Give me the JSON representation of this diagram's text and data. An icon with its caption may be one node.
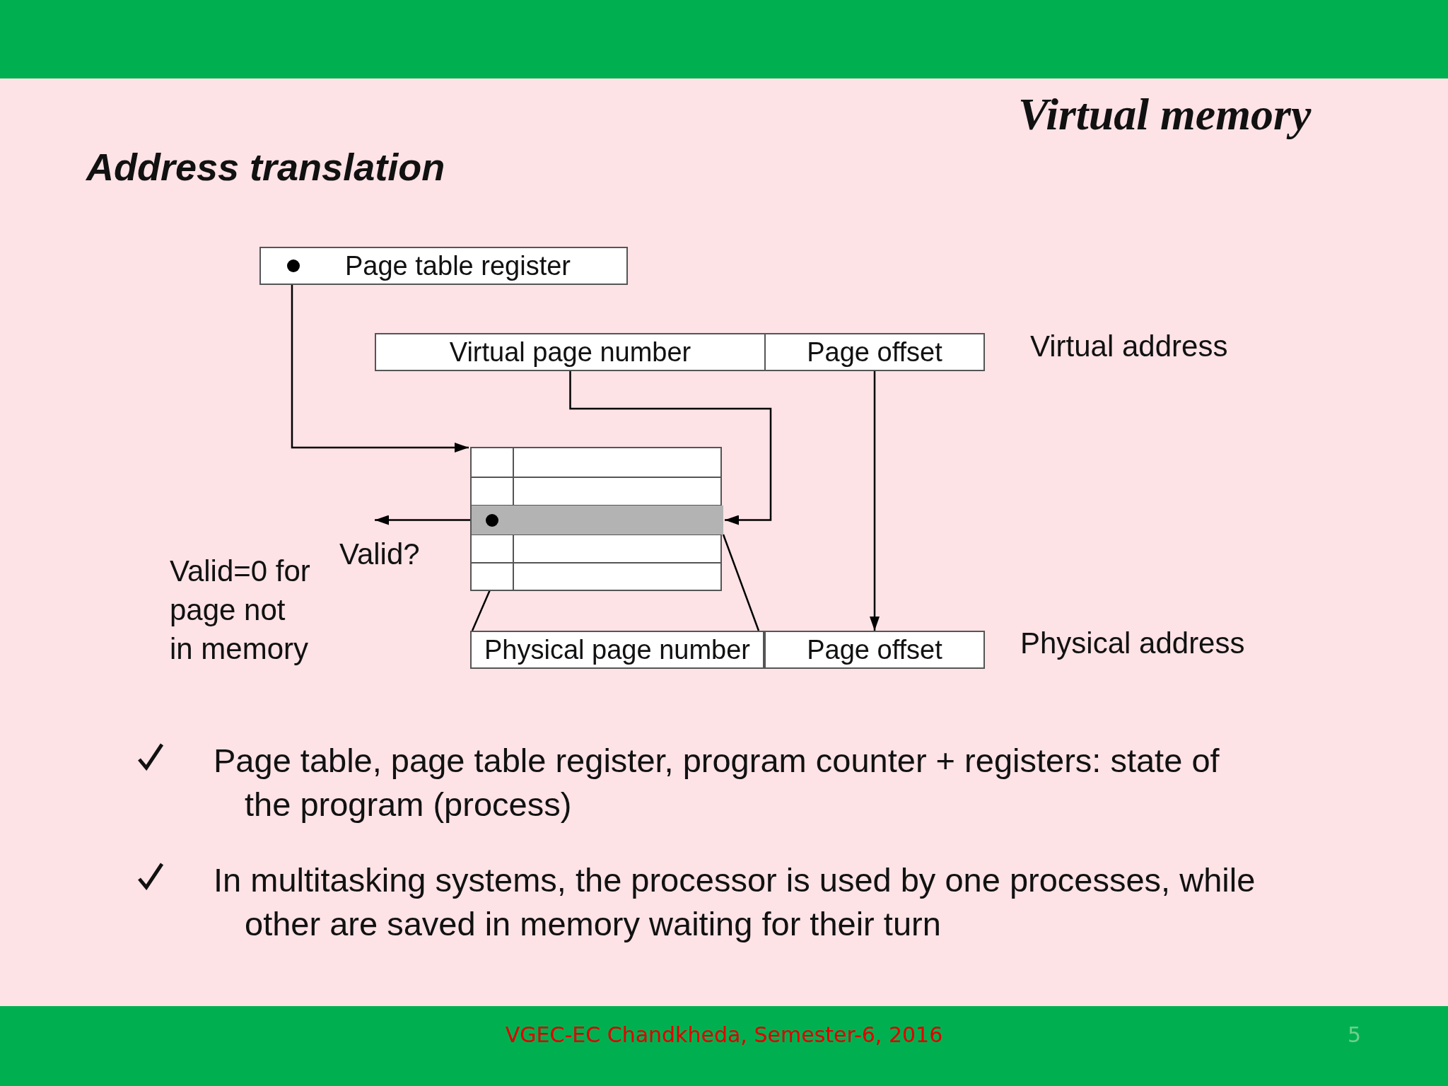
{
  "diagram": {
    "title": "Address translation",
    "nodes": [
      {
        "text": [
          "Page table register"
        ]
      },
      {
        "text": [
          "Virtual page number"
        ]
      },
      {
        "text": [
          "Page offset"
        ]
      },
      {
        "text": [],
        "shape": "box"
      },
      {
        "text": [],
        "shape": "bar",
        "in": 3
      },
      {
        "text": [
          "Physical page number"
        ]
      },
      {
        "text": [
          "Page offset"
        ]
      }
    ],
    "edges": [
      {
        "from": 0,
        "to": 3,
        "arrow": "to"
      },
      {
        "from": 1,
        "to": 4,
        "arrow": "to"
      },
      {
        "from": 2,
        "to": 6,
        "arrow": "to"
      },
      {
        "from": 4,
        "to": null,
        "arrow": "to",
        "label": "Valid?"
      },
      {
        "from": 4,
        "to": 5,
        "arrow": "none"
      }
    ],
    "labels": [
      "Virtual memory",
      "Virtual address",
      "Valid=0 for page not in memory",
      "Physical address",
      "Page table, page table register, program counter + registers: state of the program (process)",
      "In multitasking systems, the processor is used by one processes, while other are saved in memory waiting for their turn",
      "VGEC-EC Chandkheda, Semester-6, 2016",
      "5"
    ]
  }
}
